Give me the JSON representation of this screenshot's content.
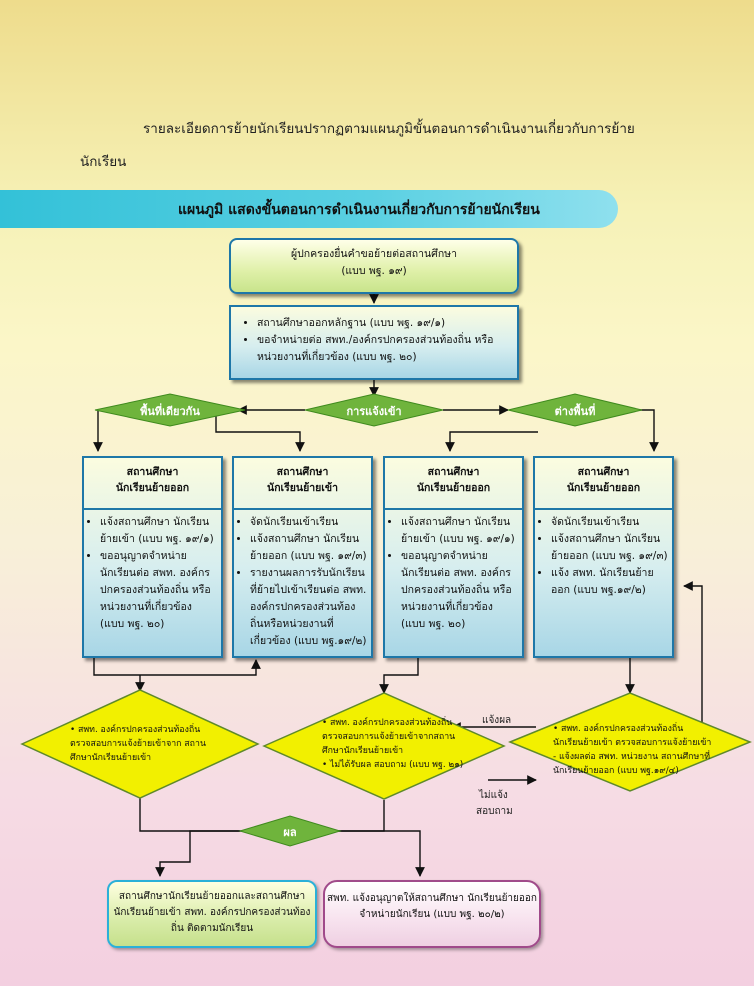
{
  "intro": {
    "line1": "รายละเอียดการย้ายนักเรียนปรากฏตามแผนภูมิขั้นตอนการดำเนินงานเกี่ยวกับการย้าย",
    "line2": "นักเรียน"
  },
  "title": "แผนภูมิ แสดงขั้นตอนการดำเนินงานเกี่ยวกับการย้ายนักเรียน",
  "start": {
    "line1": "ผู้ปกครองยื่นคำขอย้ายต่อสถานศึกษา",
    "line2": "(แบบ พฐ. ๑๙)"
  },
  "step1": {
    "b1": "สถานศึกษาออกหลักฐาน (แบบ พฐ. ๑๙/๑)",
    "b2": "ขอจำหน่ายต่อ สพท./องค์กรปกครองส่วนท้องถิ่น หรือหน่วยงานที่เกี่ยวข้อง (แบบ พฐ. ๒๐)"
  },
  "branch": {
    "left": "พื้นที่เดียวกัน",
    "center": "การแจ้งเข้า",
    "right": "ต่างพื้นที่"
  },
  "columns": [
    {
      "head1": "สถานศึกษา",
      "head2": "นักเรียนย้ายออก",
      "b1": "แจ้งสถานศึกษา นักเรียนย้ายเข้า (แบบ พฐ. ๑๙/๑)",
      "b2": "ขออนุญาตจำหน่ายนักเรียนต่อ สพท. องค์กรปกครองส่วนท้องถิ่น หรือหน่วยงานที่เกี่ยวข้อง (แบบ พฐ. ๒๐)"
    },
    {
      "head1": "สถานศึกษา",
      "head2": "นักเรียนย้ายเข้า",
      "b1": "จัดนักเรียนเข้าเรียน",
      "b2": "แจ้งสถานศึกษา นักเรียนย้ายออก (แบบ พฐ. ๑๙/๓)",
      "b3": "รายงานผลการรับนักเรียนที่ย้ายไปเข้าเรียนต่อ สพท. องค์กรปกครองส่วนท้องถิ่นหรือหน่วยงานที่เกี่ยวข้อง (แบบ พฐ.๑๙/๒)"
    },
    {
      "head1": "สถานศึกษา",
      "head2": "นักเรียนย้ายออก",
      "b1": "แจ้งสถานศึกษา นักเรียนย้ายเข้า (แบบ พฐ. ๑๙/๑)",
      "b2": "ขออนุญาตจำหน่ายนักเรียนต่อ สพท. องค์กรปกครองส่วนท้องถิ่น หรือหน่วยงานที่เกี่ยวข้อง (แบบ พฐ. ๒๐)"
    },
    {
      "head1": "สถานศึกษา",
      "head2": "นักเรียนย้ายออก",
      "b1": "จัดนักเรียนเข้าเรียน",
      "b2": "แจ้งสถานศึกษา นักเรียนย้ายออก (แบบ พฐ. ๑๙/๓)",
      "b3": "แจ้ง สพท. นักเรียนย้ายออก (แบบ พฐ.๑๙/๒)"
    }
  ],
  "diamonds": {
    "d1": "สพท. องค์กรปกครองส่วนท้องถิ่น ตรวจสอบการแจ้งย้ายเข้าจาก สถานศึกษานักเรียนย้ายเข้า",
    "d2a": "สพท. องค์กรปกครองส่วนท้องถิ่น ตรวจสอบการแจ้งย้ายเข้าจากสถานศึกษานักเรียนย้ายเข้า",
    "d2b": "ไม่ได้รับผล สอบถาม (แบบ พฐ. ๒๑)",
    "d3a": "สพท. องค์กรปกครองส่วนท้องถิ่นนักเรียนย้ายเข้า ตรวจสอบการแจ้งย้ายเข้า",
    "d3b": "แจ้งผลต่อ สพท. หน่วยงาน สถานศึกษาที่นักเรียนย้ายออก (แบบ พฐ.๑๙/๔)"
  },
  "notes": {
    "report": "แจ้งผล",
    "noreport": "ไม่แจ้ง",
    "inquiry": "สอบถาม"
  },
  "result": "ผล",
  "outcome1": "สถานศึกษานักเรียนย้ายออกและสถานศึกษานักเรียนย้ายเข้า สพท. องค์กรปกครองส่วนท้องถิ่น ติดตามนักเรียน",
  "outcome2": "สพท. แจ้งอนุญาตให้สถานศึกษา นักเรียนย้ายออก จำหน่ายนักเรียน (แบบ พฐ. ๒๐/๒)",
  "colors": {
    "accent": "#33c1d8",
    "diamond_green": "#6fb43c",
    "diamond_yellow": "#f2f000",
    "box_border": "#1e77a8"
  }
}
